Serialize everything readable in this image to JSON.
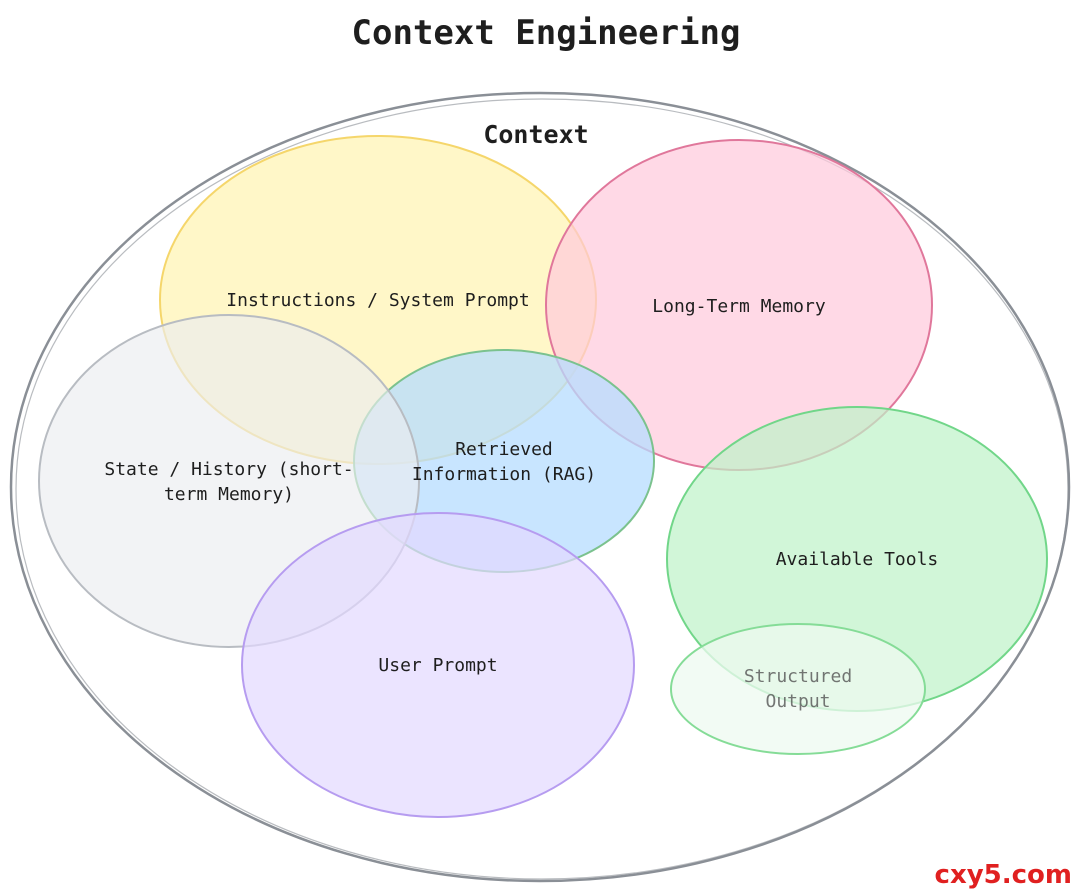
{
  "title": "Context Engineering",
  "container": {
    "label": "Context"
  },
  "regions": {
    "instructions": {
      "label": "Instructions / System Prompt",
      "fill": "#fff3b0",
      "stroke": "#f5d66b"
    },
    "long_term_memory": {
      "label": "Long-Term Memory",
      "fill": "#ffc9dc",
      "stroke": "#e0779b"
    },
    "state_history": {
      "label_line1": "State / History (short-",
      "label_line2": "term Memory)",
      "fill": "#ebedf0",
      "stroke": "#b8bcc2"
    },
    "retrieved_info": {
      "label_line1": "Retrieved",
      "label_line2": "Information (RAG)",
      "fill": "#b6dcff",
      "stroke": "#7bc28e"
    },
    "user_prompt": {
      "label": "User Prompt",
      "fill": "#e3d8ff",
      "stroke": "#b69cf0"
    },
    "available_tools": {
      "label": "Available Tools",
      "fill": "#bdf2c8",
      "stroke": "#71d689"
    },
    "structured_output": {
      "label_line1": "Structured",
      "label_line2": "Output",
      "fill": "#eefaf0",
      "stroke": "#85dc97"
    }
  },
  "watermark": "cxy5.com"
}
